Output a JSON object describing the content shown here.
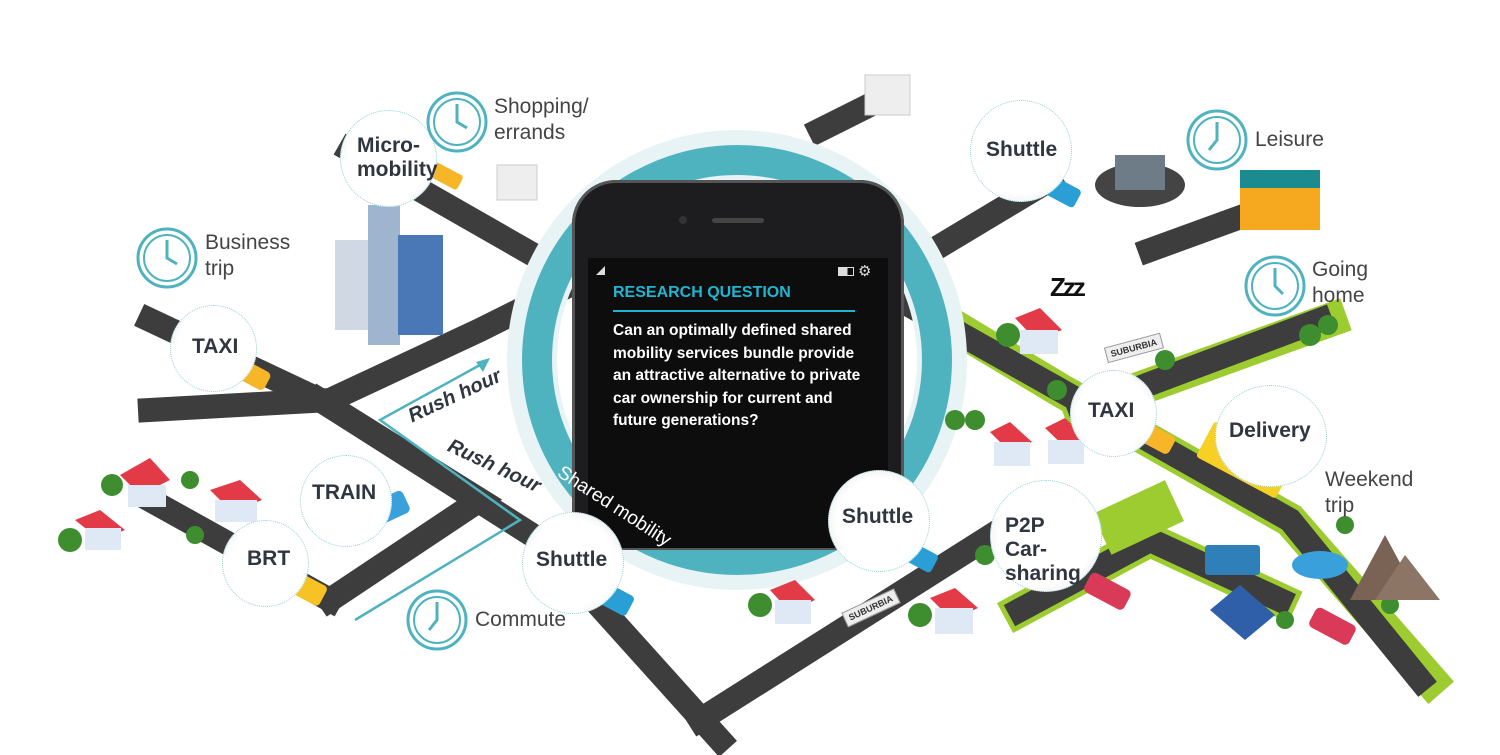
{
  "phone": {
    "heading": "RESEARCH QUESTION",
    "question": "Can an optimally defined shared mobility services bundle provide an attractive alternative to private car ownership for current and future generations?",
    "status_icons": [
      "signal-icon",
      "battery-icon",
      "gear-icon"
    ]
  },
  "ring_label": "Shared mobility",
  "rush_hour": [
    "Rush hour",
    "Rush hour"
  ],
  "modes": {
    "micromobility": "Micro-\nmobility",
    "taxi_left": "TAXI",
    "train": "TRAIN",
    "brt": "BRT",
    "shuttle_bottom": "Shuttle",
    "shuttle_top": "Shuttle",
    "shuttle_mid": "Shuttle",
    "taxi_right": "TAXI",
    "delivery": "Delivery",
    "p2p": "P2P\nCar-\nsharing"
  },
  "trips": {
    "shopping": "Shopping/\nerrands",
    "business": "Business\ntrip",
    "commute": "Commute",
    "leisure": "Leisure",
    "going_home": "Going\nhome",
    "weekend": "Weekend\ntrip"
  },
  "signs": [
    "SUBURBIA",
    "SUBURBIA"
  ],
  "sleep": "Zzz",
  "colors": {
    "accent": "#4fb3bf",
    "road": "#3d3d3d",
    "grass": "#9ccc2f",
    "phone": "#0d0d0d"
  }
}
